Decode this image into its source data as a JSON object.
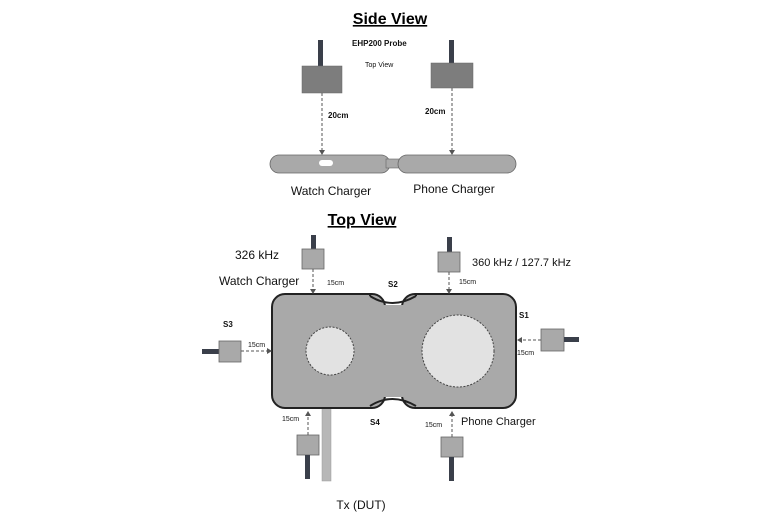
{
  "side_view": {
    "title": "Side View",
    "probe_label": "EHP200 Probe",
    "top_view_note": "Top View",
    "distance_left": "20cm",
    "distance_right": "20cm",
    "watch_charger_label": "Watch Charger",
    "phone_charger_label": "Phone Charger"
  },
  "top_view": {
    "title": "Top View",
    "freq_watch": "326 kHz",
    "watch_charger_label": "Watch Charger",
    "freq_phone": "360 kHz / 127.7 kHz",
    "phone_charger_label": "Phone Charger",
    "s1": "S1",
    "s2": "S2",
    "s3": "S3",
    "s4": "S4",
    "dist_top_left": "15cm",
    "dist_top_right": "15cm",
    "dist_left": "15cm",
    "dist_right": "15cm",
    "dist_bottom_left": "15cm",
    "dist_bottom_right": "15cm",
    "tx_label": "Tx (DUT)"
  },
  "colors": {
    "probe": "#7d7d7d",
    "charger_body": "#a9a9a9",
    "charger_pad": "#e2e2e2",
    "rod": "#3a3f4a"
  }
}
